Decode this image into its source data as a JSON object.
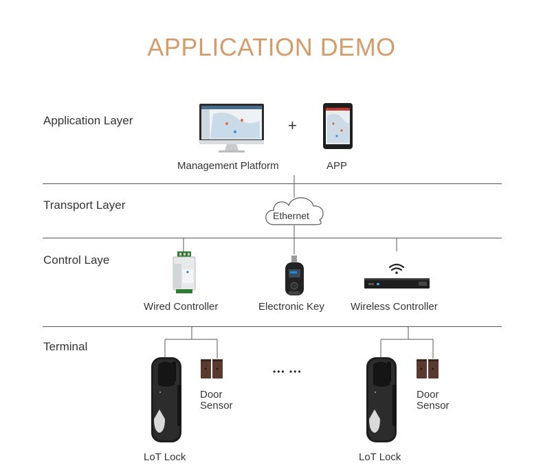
{
  "title": "APPLICATION DEMO",
  "layers": {
    "application": "Application Layer",
    "transport": "Transport Layer",
    "control": "Control Laye",
    "terminal": "Terminal"
  },
  "application": {
    "platform_label": "Management Platform",
    "plus": "+",
    "app_label": "APP"
  },
  "transport": {
    "cloud_label": "Ethernet"
  },
  "control": {
    "wired_label": "Wired Controller",
    "key_label": "Electronic Key",
    "wireless_label": "Wireless Controller"
  },
  "terminal": {
    "left_lock_label": "LoT Lock",
    "left_sensor_label_1": "Door",
    "left_sensor_label_2": "Sensor",
    "ellipsis": "••• •••",
    "right_lock_label": "LoT Lock",
    "right_sensor_label_1": "Door",
    "right_sensor_label_2": "Sensor"
  },
  "colors": {
    "title": "#d49c6a",
    "line": "#555555",
    "device_dark": "#1e1e1e",
    "sensor_brown": "#5a3a2e"
  }
}
